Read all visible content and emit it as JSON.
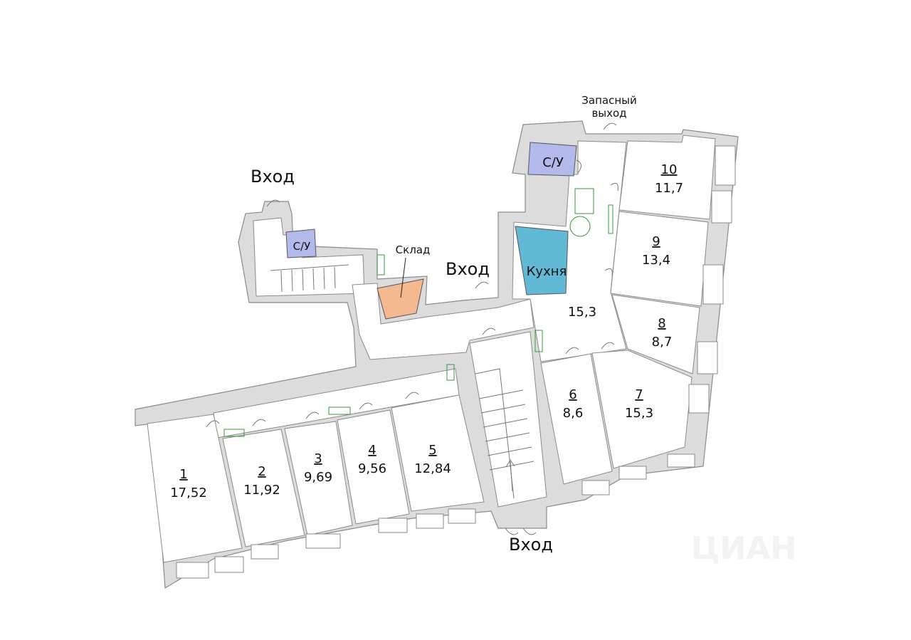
{
  "plan": {
    "rooms": [
      {
        "number": "1",
        "area": "17,52"
      },
      {
        "number": "2",
        "area": "11,92"
      },
      {
        "number": "3",
        "area": "9,69"
      },
      {
        "number": "4",
        "area": "9,56"
      },
      {
        "number": "5",
        "area": "12,84"
      },
      {
        "number": "6",
        "area": "8,6"
      },
      {
        "number": "7",
        "area": "15,3"
      },
      {
        "number": "8",
        "area": "8,7"
      },
      {
        "number": "9",
        "area": "13,4"
      },
      {
        "number": "10",
        "area": "11,7"
      }
    ],
    "hall_area": "15,3",
    "labels": {
      "entrance_left": "Вход",
      "entrance_middle": "Вход",
      "entrance_bottom": "Вход",
      "emergency_exit_line1": "Запасный",
      "emergency_exit_line2": "выход",
      "storage": "Склад",
      "kitchen": "Кухня",
      "bathroom_left": "С/У",
      "bathroom_right": "С/У"
    },
    "watermark": "ЦИАН",
    "colors": {
      "kitchen": "#62b9d6",
      "bathroom": "#b4b9ec",
      "storage": "#f5b98f",
      "wall": "#dcdcdc"
    }
  }
}
